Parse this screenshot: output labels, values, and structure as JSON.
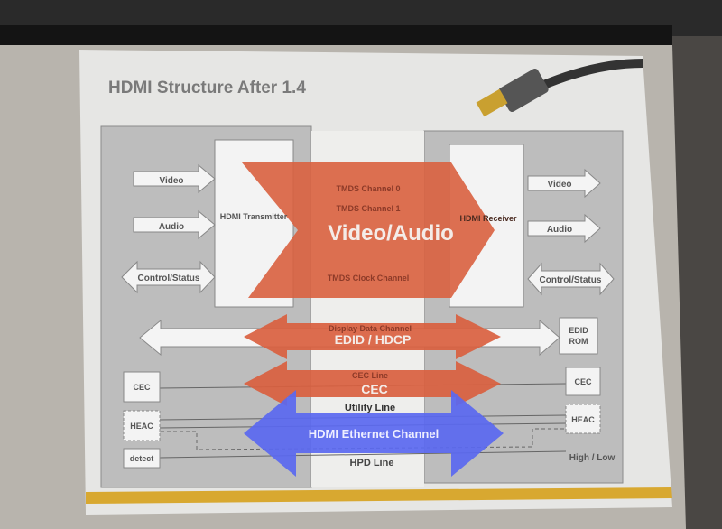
{
  "slide": {
    "title": "HDMI Structure After 1.4",
    "transmitter": "HDMI Transmitter",
    "receiver": "HDMI Receiver",
    "left_inputs": [
      "Video",
      "Audio",
      "Control/Status"
    ],
    "right_outputs": [
      "Video",
      "Audio",
      "Control/Status"
    ],
    "edid_rom": [
      "EDID",
      "ROM"
    ],
    "left_boxes": [
      "CEC",
      "HEAC",
      "detect"
    ],
    "right_boxes": [
      "CEC",
      "HEAC"
    ],
    "high_low": "High / Low",
    "channels_faint": [
      "TMDS Channel 0",
      "TMDS Channel 1",
      "TMDS Clock Channel",
      "Display Data Channel",
      "CEC Line"
    ],
    "utility_line": "Utility Line",
    "hpd_line": "HPD Line",
    "overlays": {
      "video_audio": "Video/Audio",
      "edid_hdcp": "EDID / HDCP",
      "cec": "CEC",
      "hec": "HDMI Ethernet Channel"
    }
  },
  "colors": {
    "red_overlay": "#d9603f",
    "blue_overlay": "#5a68f0",
    "accent_line": "#d8a830"
  }
}
